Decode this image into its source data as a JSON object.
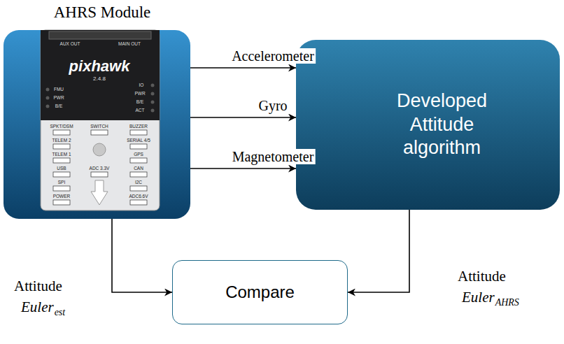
{
  "diagram": {
    "nodes": [
      {
        "text": [
          "AHRS Module"
        ]
      },
      {
        "text": [
          "Developed Attitude algorithm"
        ]
      },
      {
        "text": [
          "Compare"
        ]
      }
    ],
    "edges": [
      {
        "from": 0,
        "to": 1,
        "label": "Accelerometer",
        "arrow": "to"
      },
      {
        "from": 0,
        "to": 1,
        "label": "Gyro",
        "arrow": "to"
      },
      {
        "from": 0,
        "to": 1,
        "label": "Magnetometer",
        "arrow": "to"
      },
      {
        "from": 0,
        "to": 2,
        "label": "Attitude",
        "arrow": "to"
      },
      {
        "from": 1,
        "to": 2,
        "label": "Attitude",
        "arrow": "to"
      }
    ],
    "labels": [
      "pixhawk",
      "2.4.8",
      "AUX OUT",
      "MAIN OUT",
      "FMU",
      "PWR",
      "B/E",
      "IO",
      "PWR",
      "B/E",
      "ACT",
      "SPKT/DSM",
      "SWITCH",
      "BUZZER",
      "TELEM 2",
      "SERIAL 4/5",
      "TELEM 1",
      "GPS",
      "USB",
      "ADC 3.3V",
      "CAN",
      "SPI",
      "I2C",
      "POWER",
      "ADC6.6V",
      "Euler",
      "est",
      "Euler",
      "AHRS"
    ]
  }
}
